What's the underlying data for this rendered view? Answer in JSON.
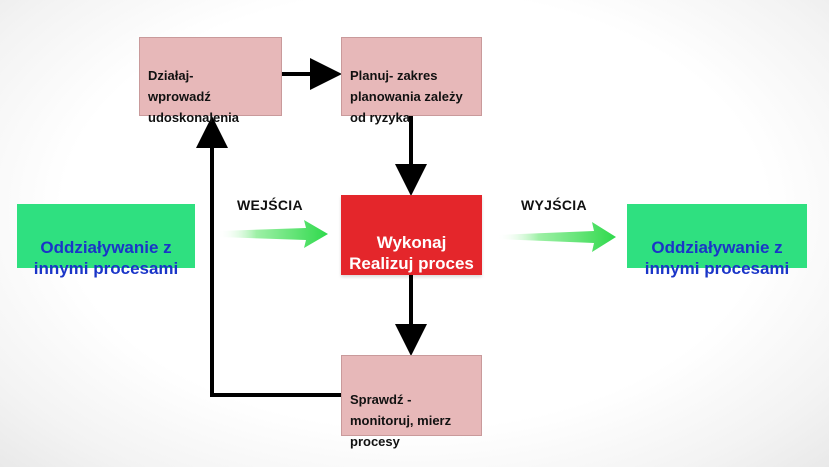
{
  "diagram": {
    "act_box": {
      "text": "Działaj-\nwprowadź\nudoskonalenia"
    },
    "plan_box": {
      "text": "Planuj- zakres\nplanowania zależy\nod ryzyka"
    },
    "do_box": {
      "text": "Wykonaj\nRealizuj proces"
    },
    "check_box": {
      "text": "Sprawdź -\nmonitoruj, mierz\nprocesy"
    },
    "left_box": {
      "text": "Oddziaływanie z\ninnymi procesami"
    },
    "right_box": {
      "text": "Oddziaływanie z\ninnymi procesami"
    },
    "inputs_label": "WEJŚCIA",
    "outputs_label": "WYJŚCIA"
  },
  "colors": {
    "pdca_box": "#e7b8b9",
    "do_box": "#e4262b",
    "side_box": "#2fe080",
    "side_text": "#1a35c8",
    "flow_arrow": "#35e05a",
    "connector": "#000000"
  }
}
